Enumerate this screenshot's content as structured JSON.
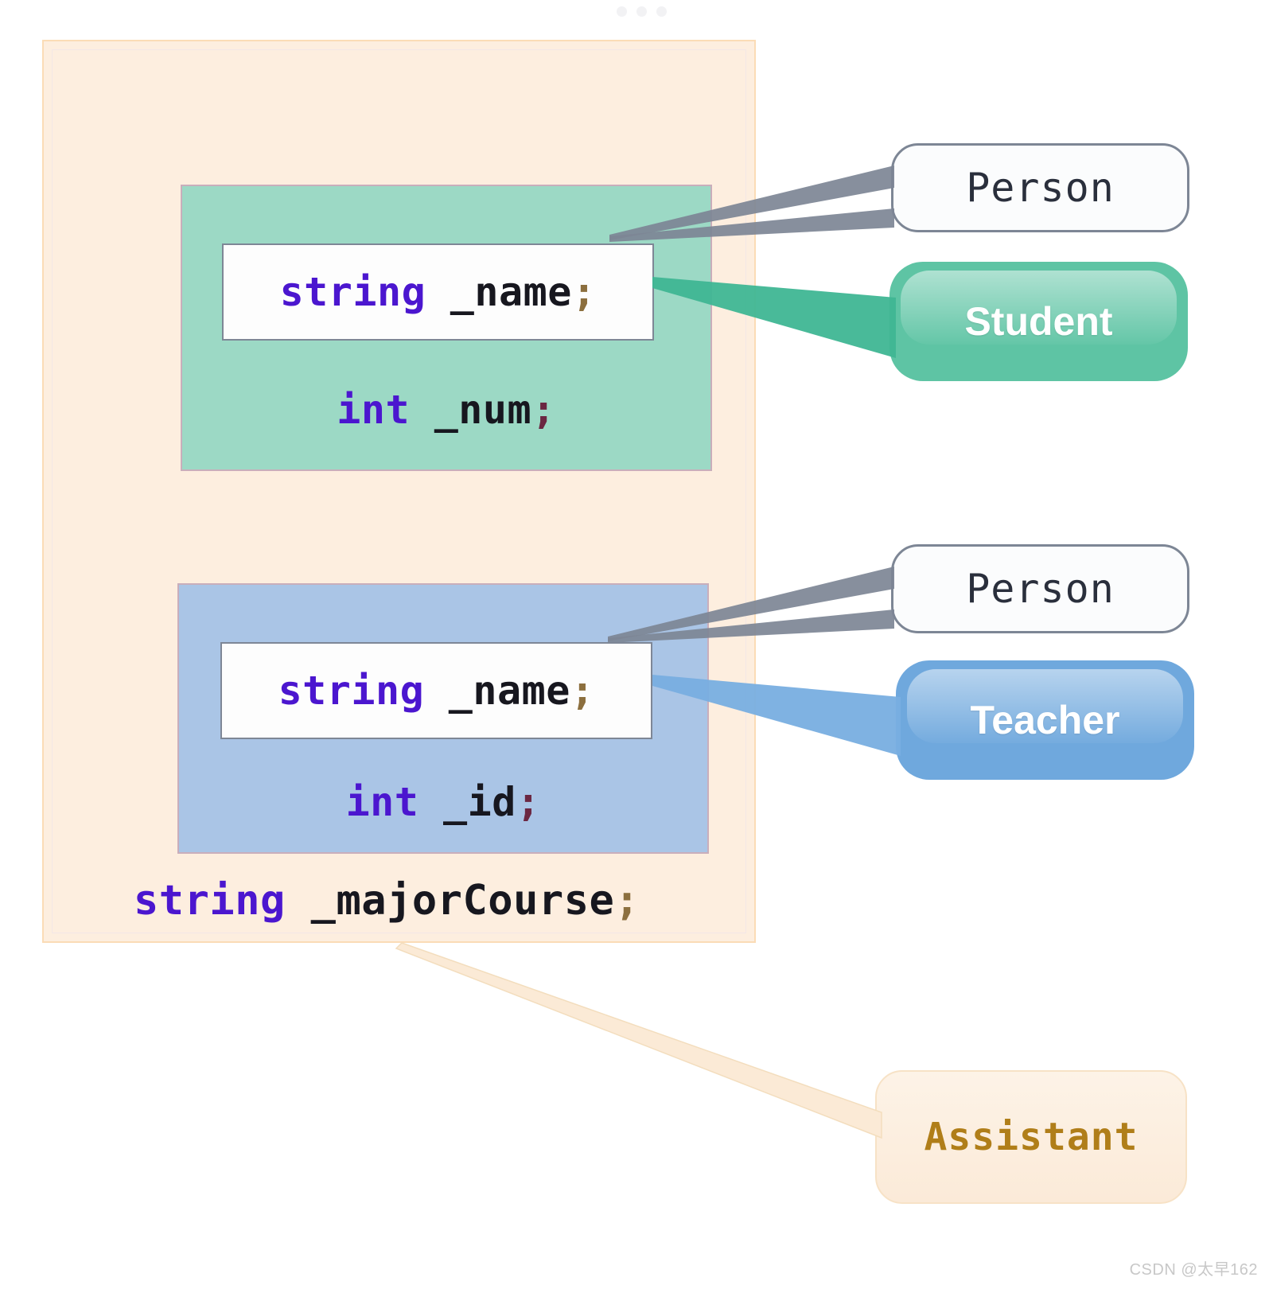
{
  "diagram": {
    "title_dots": "ellipsis",
    "container": {
      "name": "base-class-members-container",
      "fill": "#fdeedf",
      "border": "#fbdcb6"
    },
    "members": [
      {
        "id": "student-members",
        "fill": "#9cd9c5",
        "border": "#c9aebb",
        "inherited": {
          "keyword": "string",
          "identifier": " _name",
          "semicolon": ";"
        },
        "own": {
          "keyword": "int",
          "identifier": " _num",
          "semicolon": ";"
        }
      },
      {
        "id": "teacher-members",
        "fill": "#aac5e6",
        "border": "#c9aebb",
        "inherited": {
          "keyword": "string",
          "identifier": " _name",
          "semicolon": ";"
        },
        "own": {
          "keyword": "int",
          "identifier": " _id",
          "semicolon": ";"
        }
      }
    ],
    "bottom_member": {
      "keyword": "string",
      "identifier": " _majorCourse",
      "semicolon": ";"
    },
    "nodes": [
      {
        "id": "person-1",
        "label": "Person",
        "fill": "#fbfcfd",
        "text_color": "#2a2f3c",
        "border": "#7d8695"
      },
      {
        "id": "student",
        "label": "Student",
        "fill": "#5ec4a4",
        "text_color": "#ffffff",
        "border": "#5ec4a4"
      },
      {
        "id": "person-2",
        "label": "Person",
        "fill": "#fbfcfd",
        "text_color": "#2a2f3c",
        "border": "#7d8695"
      },
      {
        "id": "teacher",
        "label": "Teacher",
        "fill": "#6fa8dd",
        "text_color": "#ffffff",
        "border": "#6fa8dd"
      },
      {
        "id": "assistant",
        "label": "Assistant",
        "fill": "#fdf3e7",
        "text_color": "#b07e19",
        "border": "#f7e2c6"
      }
    ],
    "connectors": [
      {
        "id": "name-to-person-1",
        "color": "#7d8695"
      },
      {
        "id": "student-box-to-student",
        "color": "#3fb694"
      },
      {
        "id": "name-to-person-2",
        "color": "#7d8695"
      },
      {
        "id": "teacher-box-to-teacher",
        "color": "#78aee0"
      },
      {
        "id": "container-to-assistant",
        "color": "#f6e3c8"
      }
    ],
    "watermark": "CSDN @太早162"
  }
}
